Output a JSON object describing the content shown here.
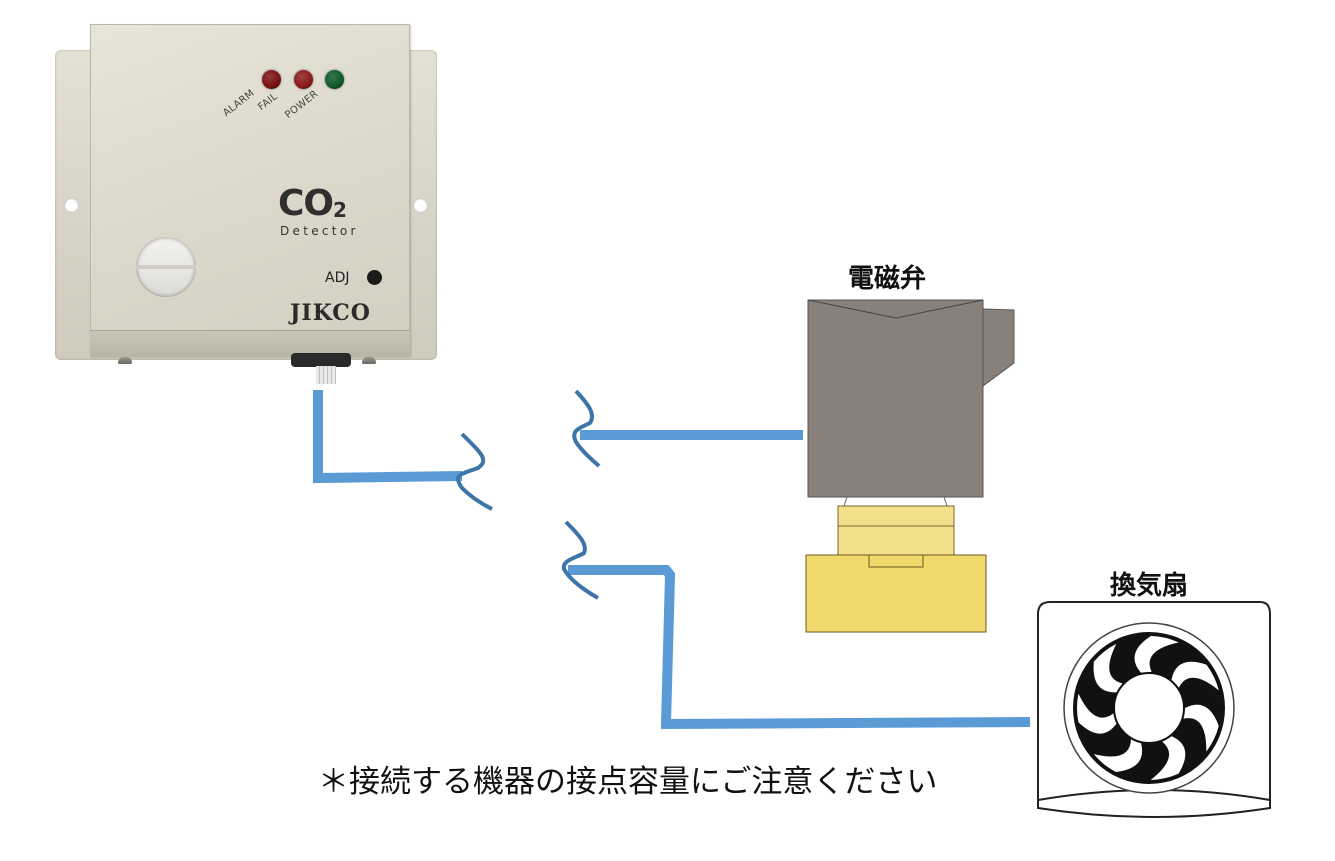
{
  "detector": {
    "led_labels": [
      "ALARM",
      "FAIL",
      "POWER"
    ],
    "led_colors": [
      "#7a1012",
      "#8a1a18",
      "#0f5a2a"
    ],
    "product_main": "CO",
    "product_sub": "2",
    "product_line2": "Detector",
    "adj_label": "ADJ",
    "brand": "JIKCO"
  },
  "devices": {
    "solenoid_valve": {
      "label": "電磁弁",
      "body_color": "#8a807a",
      "base_color": "#f0d96b",
      "upper_color": "#f3df8a"
    },
    "ventilation_fan": {
      "label": "換気扇"
    }
  },
  "wiring": {
    "line_color": "#5b9bd5",
    "break_color": "#3d75a8"
  },
  "note": "＊接続する機器の接点容量にご注意ください"
}
